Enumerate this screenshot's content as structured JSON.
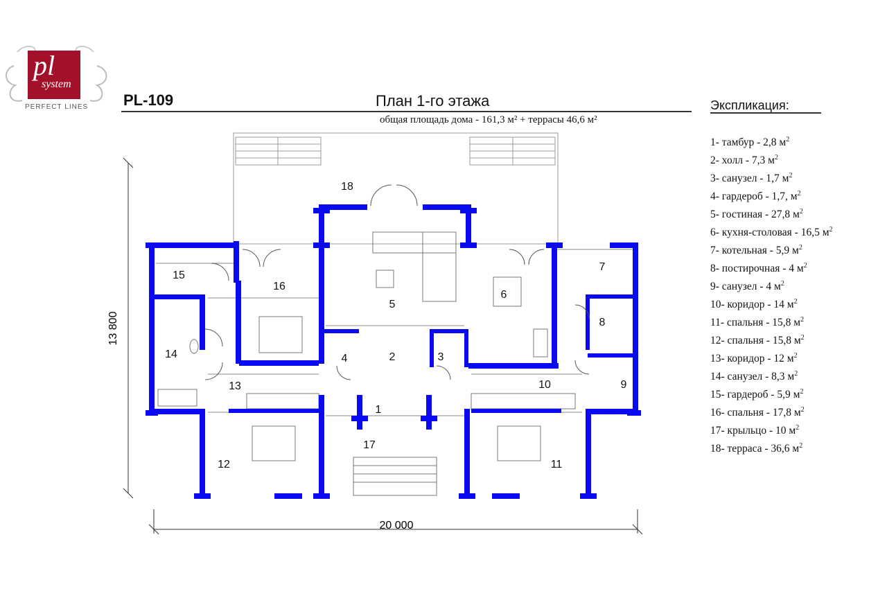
{
  "brand": {
    "logo_mark": "pl",
    "logo_word": "system",
    "tagline": "PERFECT LINES"
  },
  "header": {
    "code": "PL-109",
    "title": "План 1-го этажа",
    "area_text": "общая площадь дома - 161,3 м² + террасы 46,6 м²"
  },
  "explication": {
    "title": "Экспликация:",
    "items": [
      {
        "label": "1- тамбур - 2,8 м",
        "sup": "2"
      },
      {
        "label": "2- холл - 7,3 м",
        "sup": "2"
      },
      {
        "label": "3- санузел - 1,7 м",
        "sup": "2"
      },
      {
        "label": "4- гардероб - 1,7, м",
        "sup": "2"
      },
      {
        "label": "5- гостиная - 27,8 м",
        "sup": "2"
      },
      {
        "label": "6- кухня-столовая - 16,5 м",
        "sup": "2"
      },
      {
        "label": "7- котельная - 5,9 м",
        "sup": "2"
      },
      {
        "label": "8- постирочная - 4 м",
        "sup": "2"
      },
      {
        "label": "9- санузел - 4 м",
        "sup": "2"
      },
      {
        "label": "10- коридор - 14 м",
        "sup": "2"
      },
      {
        "label": "11- спальня - 15,8 м",
        "sup": "2"
      },
      {
        "label": "12- спальня - 15,8 м",
        "sup": "2"
      },
      {
        "label": "13- коридор - 12 м",
        "sup": "2"
      },
      {
        "label": "14- санузел - 8,3 м",
        "sup": "2"
      },
      {
        "label": "15- гардероб - 5,9 м",
        "sup": "2"
      },
      {
        "label": "16- спальня - 17,8 м",
        "sup": "2"
      },
      {
        "label": "17- крыльцо - 10 м",
        "sup": "2"
      },
      {
        "label": "18- терраса - 36,6 м",
        "sup": "2"
      }
    ]
  },
  "dimensions": {
    "width": "20 000",
    "depth": "13 800"
  },
  "rooms": {
    "r1": "1",
    "r2": "2",
    "r3": "3",
    "r4": "4",
    "r5": "5",
    "r6": "6",
    "r7": "7",
    "r8": "8",
    "r9": "9",
    "r10": "10",
    "r11": "11",
    "r12": "12",
    "r13": "13",
    "r14": "14",
    "r15": "15",
    "r16": "16",
    "r17": "17",
    "r18": "18"
  },
  "colors": {
    "wall": "#0a0af0",
    "brand": "#a3102a"
  }
}
